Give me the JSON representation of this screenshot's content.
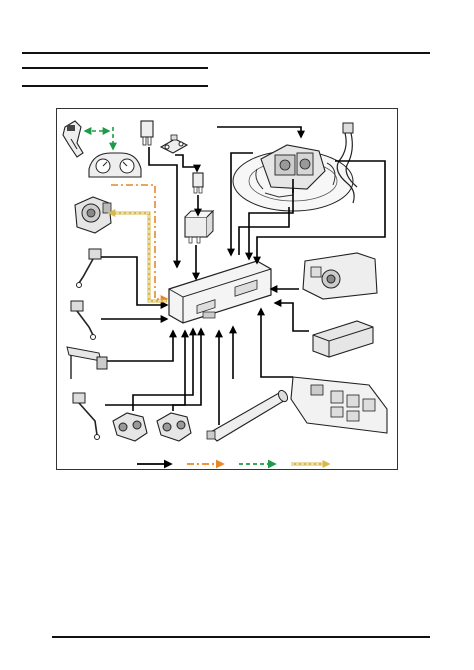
{
  "page": {
    "header_rules": [
      "top-full-rule",
      "sub-rule-1",
      "sub-rule-2"
    ],
    "footer_rule": "bottom-full-rule"
  },
  "diagram": {
    "legend": [
      {
        "kind": "solid",
        "color": "#000000"
      },
      {
        "kind": "dash-dot",
        "color": "#e8862a"
      },
      {
        "kind": "dashed",
        "color": "#1f9a4a"
      },
      {
        "kind": "double",
        "color": "#d8b84a"
      }
    ],
    "colors": {
      "hardwired": "#000000",
      "can_bus": "#e8862a",
      "diagnostic": "#1f9a4a",
      "k_bus": "#d8b84a",
      "component_fill": "#f2f2f2",
      "component_stroke": "#222222"
    },
    "icons": [
      "diagnostic-socket-icon",
      "fuse-icon",
      "fusible-link-icon",
      "fuse-small-icon",
      "relay-icon",
      "air-compressor-icon",
      "air-supply-connector-icon",
      "instrument-pack-icon",
      "steering-angle-sensor-icon",
      "height-sensor-front-left-icon",
      "height-sensor-front-right-icon",
      "height-sensor-rear-left-icon",
      "height-sensor-rear-right-icon",
      "valve-block-front-icon",
      "valve-block-rear-icon",
      "reservoir-icon",
      "control-module-icon",
      "height-switch-icon",
      "door-module-icon",
      "switch-pack-icon"
    ]
  }
}
